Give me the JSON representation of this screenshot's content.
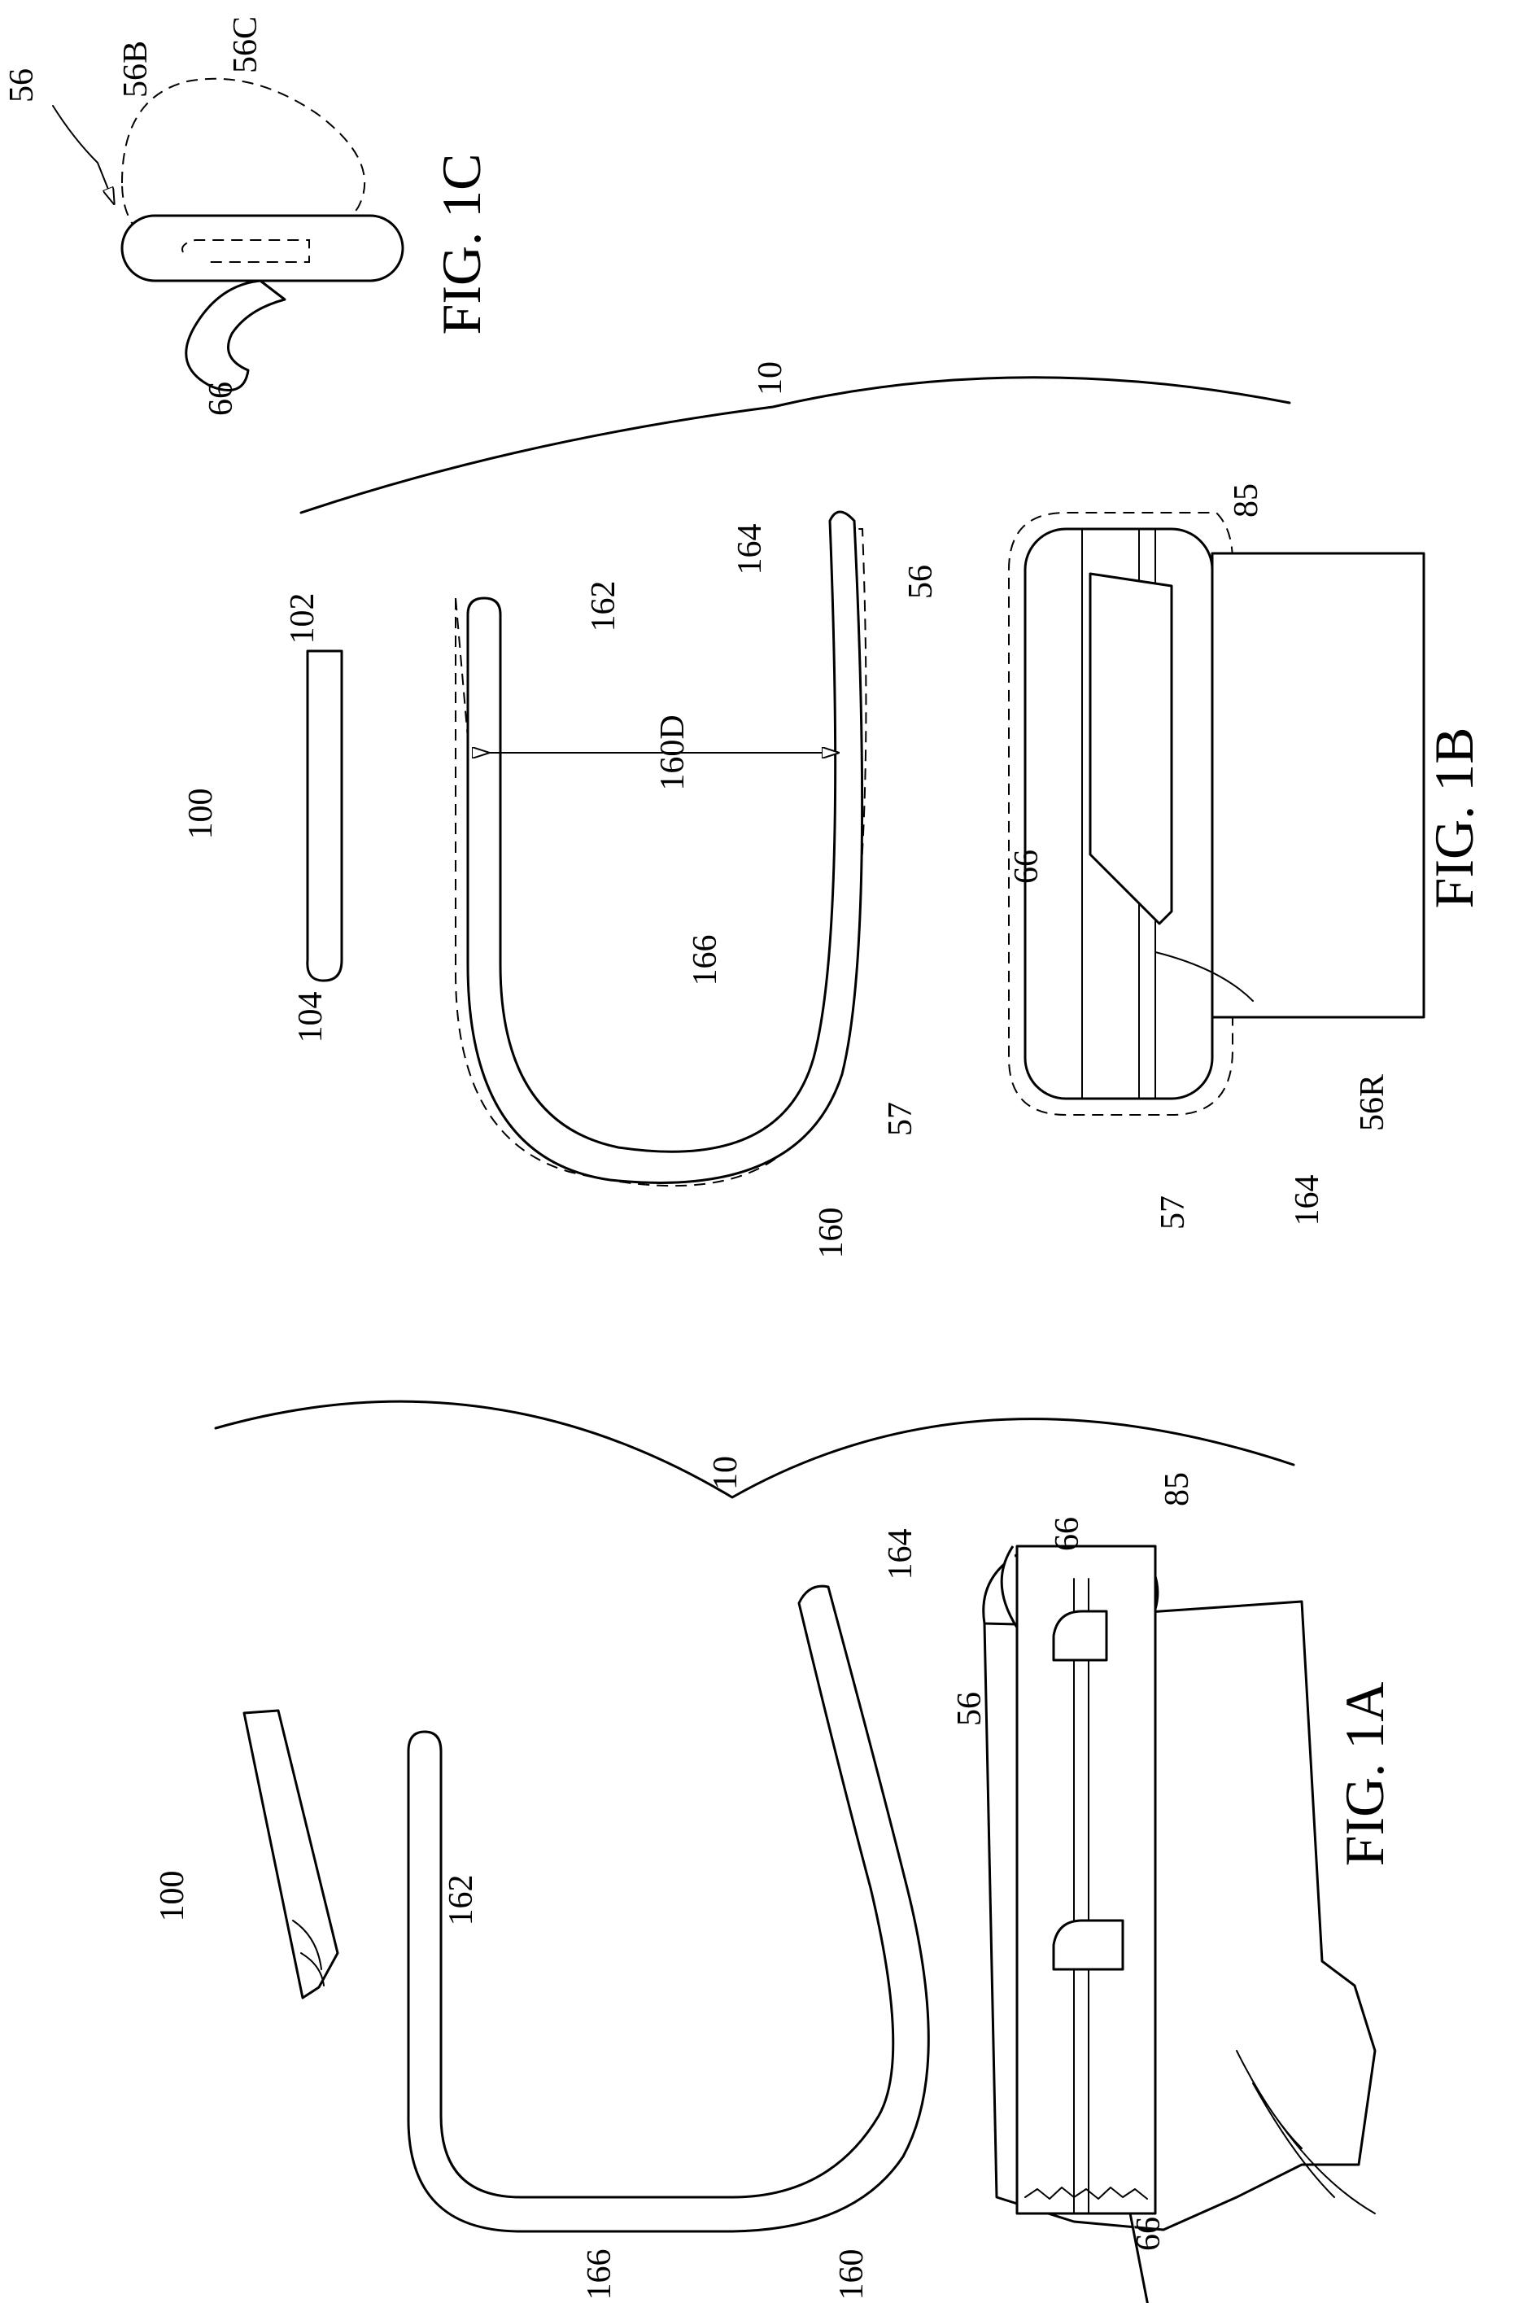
{
  "figures": {
    "fig_1a": {
      "caption": "FIG. 1A",
      "labels": {
        "assembly": "10",
        "rod": "100",
        "frame": "160",
        "leg_a": "162",
        "leg_b": "164",
        "bend": "166",
        "sleeve": "56",
        "hook_upper": "66",
        "hook_lower": "66",
        "wrap": "85"
      }
    },
    "fig_1b": {
      "caption": "FIG. 1B",
      "labels": {
        "assembly": "10",
        "rod": "100",
        "rod_end_a": "102",
        "rod_end_b": "104",
        "frame": "160",
        "leg_a": "162",
        "leg_b": "164",
        "bend": "166",
        "dimension": "160D",
        "outline_frame": "57",
        "sleeve": "56",
        "hook": "66",
        "wrap": "85",
        "outline_sleeve": "57",
        "inner_leg": "164",
        "recess": "56R"
      }
    },
    "fig_1c": {
      "caption": "FIG. 1C",
      "labels": {
        "sleeve": "56",
        "base": "56B",
        "cover": "56C",
        "hook": "66"
      }
    }
  }
}
